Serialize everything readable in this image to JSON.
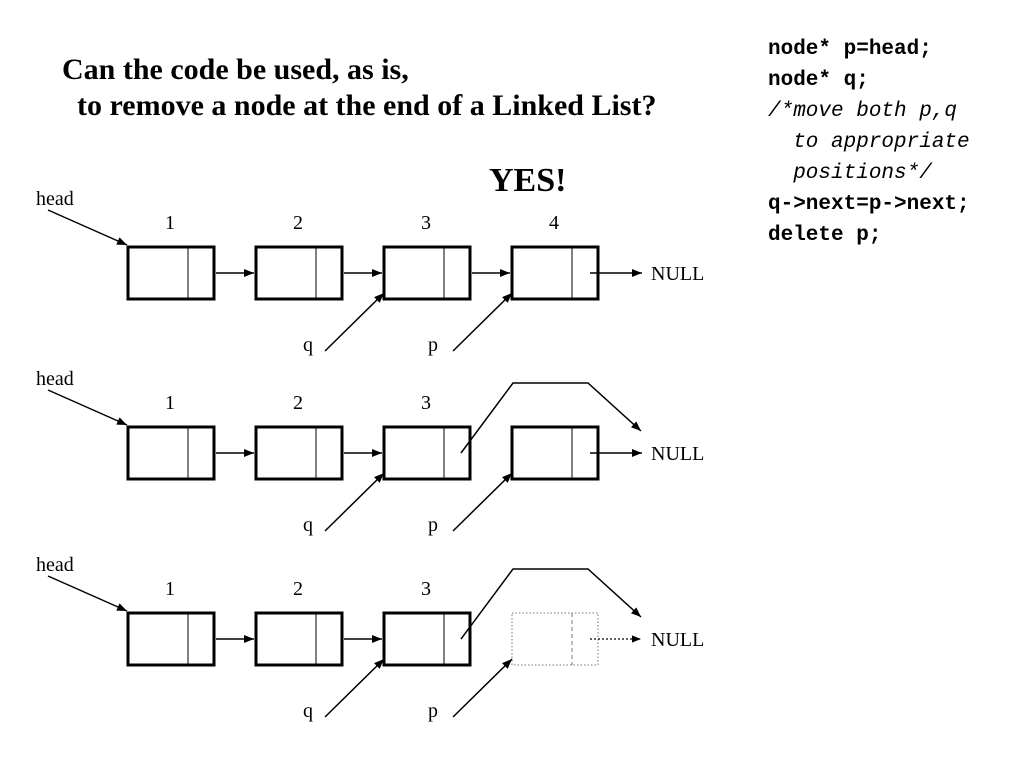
{
  "question": {
    "line1": "Can the code be used, as is,",
    "line2": "  to remove a node at the end of a Linked List?"
  },
  "answer": "YES!",
  "code": [
    {
      "text": "node* p=head;",
      "style": "bold"
    },
    {
      "text": "node* q;",
      "style": "bold"
    },
    {
      "text": "/*move both p,q",
      "style": "comment"
    },
    {
      "text": "  to appropriate",
      "style": "comment"
    },
    {
      "text": "  positions*/",
      "style": "comment"
    },
    {
      "text": "q->next=p->next;",
      "style": "bold"
    },
    {
      "text": "delete p;",
      "style": "bold"
    }
  ],
  "diagrams": [
    {
      "head_label": "head",
      "node_numbers": [
        "1",
        "2",
        "3",
        "4"
      ],
      "pointer_labels": {
        "q": "q",
        "p": "p"
      },
      "null_label": "NULL",
      "state": "before unlink"
    },
    {
      "head_label": "head",
      "node_numbers": [
        "1",
        "2",
        "3",
        ""
      ],
      "pointer_labels": {
        "q": "q",
        "p": "p"
      },
      "null_label": "NULL",
      "state": "after q->next=p->next"
    },
    {
      "head_label": "head",
      "node_numbers": [
        "1",
        "2",
        "3",
        ""
      ],
      "pointer_labels": {
        "q": "q",
        "p": "p"
      },
      "null_label": "NULL",
      "state": "after delete p"
    }
  ],
  "colors": {
    "ink": "#000000",
    "deleted": "#777777"
  }
}
